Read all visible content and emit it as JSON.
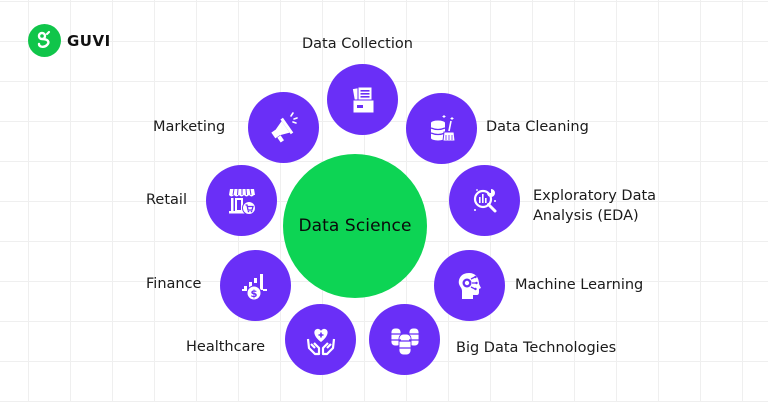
{
  "brand": {
    "name": "GUVI",
    "logo_color": "#10c54a"
  },
  "diagram": {
    "title": "Data Science",
    "hub_color": "#0dd454",
    "node_color": "#6a2ff7",
    "nodes": [
      {
        "label": "Data Collection",
        "icon": "folder-documents-icon"
      },
      {
        "label": "Data Cleaning",
        "icon": "database-broom-icon"
      },
      {
        "label": "Exploratory Data Analysis (EDA)",
        "label_line1": "Exploratory Data",
        "label_line2": "Analysis (EDA)",
        "icon": "magnifier-chart-icon"
      },
      {
        "label": "Machine Learning",
        "icon": "head-circuit-icon"
      },
      {
        "label": "Big Data Technologies",
        "icon": "database-stack-icon"
      },
      {
        "label": "Healthcare",
        "icon": "hands-heart-icon"
      },
      {
        "label": "Finance",
        "icon": "chart-dollar-icon"
      },
      {
        "label": "Retail",
        "icon": "store-cart-icon"
      },
      {
        "label": "Marketing",
        "icon": "megaphone-icon"
      }
    ]
  }
}
